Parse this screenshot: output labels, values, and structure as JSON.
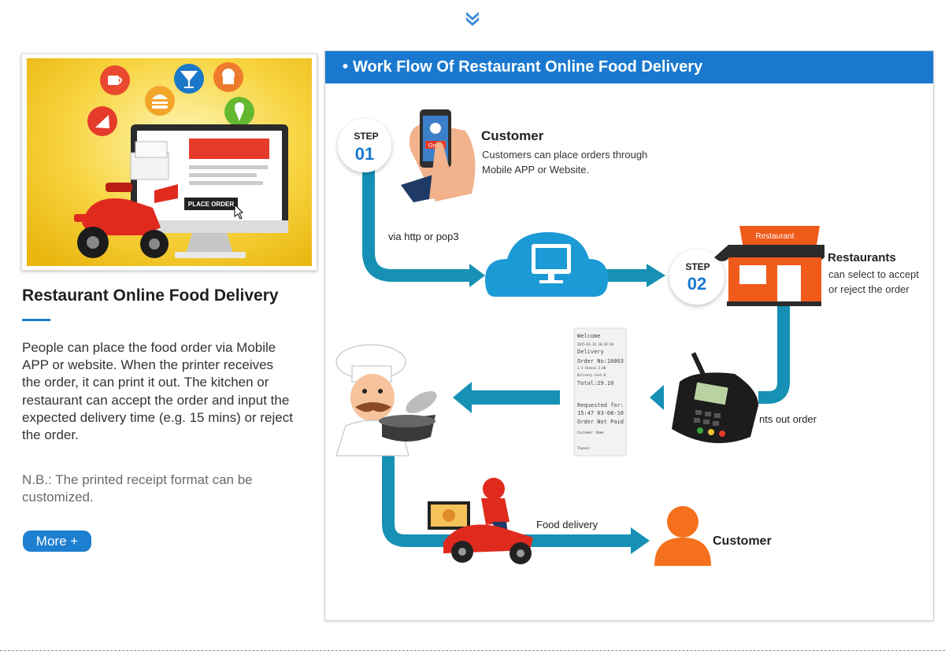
{
  "left": {
    "title": "Restaurant Online Food Delivery",
    "description": "People can place the food order via Mobile APP or website. When the printer receives the order, it can print it out. The kitchen or restaurant can accept the order and input the expected delivery time (e.g. 15 mins) or reject the order.",
    "note": "N.B.: The printed receipt format can be customized.",
    "more_label": "More +",
    "hero_button": "PLACE ORDER"
  },
  "panel": {
    "bullet": "•",
    "title": "Work Flow Of  Restaurant Online Food Delivery"
  },
  "flow": {
    "step1_word": "STEP",
    "step1_num": "01",
    "step2_word": "STEP",
    "step2_num": "02",
    "customer_title": "Customer",
    "customer_desc_1": "Customers can place orders through",
    "customer_desc_2": "Mobile APP or Website.",
    "phone_badge": "Order",
    "via_label": "via http or pop3",
    "restaurant_sign": "Restaurant",
    "restaurants_title": "Restaurants",
    "restaurants_desc_1": "can select to accept",
    "restaurants_desc_2": "or reject the order",
    "print_label": "nts out order",
    "delivery_label": "Food delivery",
    "end_customer": "Customer"
  },
  "receipt": {
    "line1": "Welcome",
    "line2": "2015-01-24 10:39:20",
    "line3": "Delivery",
    "line4": "Order No:10063",
    "line5": "1 X Cheese              3.00",
    "line6": "Delivery Cost:0",
    "line7": "Total:29.10",
    "line8": "Requested for:",
    "line9": "15:47 03-08-10",
    "line10": "Order Not Paid",
    "line11": "Customer: Name",
    "line12": "Thanks!"
  },
  "colors": {
    "accent": "#1a79cf",
    "flow": "#1690b5",
    "restaurant": "#f05a1a",
    "person": "#f4701c"
  }
}
